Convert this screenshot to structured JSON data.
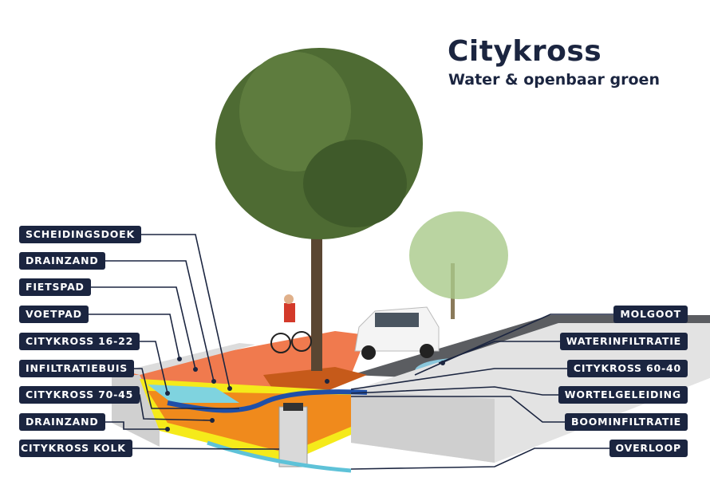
{
  "header": {
    "title": "Citykross",
    "subtitle": "Water & openbaar groen"
  },
  "labels_left": [
    "SCHEIDINGSDOEK",
    "DRAINZAND",
    "FIETSPAD",
    "VOETPAD",
    "CITYKROSS 16-22",
    "INFILTRATIEBUIS",
    "CITYKROSS 70-45",
    "DRAINZAND",
    "CITYKROSS KOLK"
  ],
  "labels_right": [
    "MOLGOOT",
    "WATERINFILTRATIE",
    "CITYKROSS 60-40",
    "WORTELGELEIDING",
    "BOOMINFILTRATIE",
    "OVERLOOP"
  ],
  "colors": {
    "label_bg": "#1b2540",
    "orange": "#f08a1c",
    "yellow": "#f5ea1a",
    "cyan": "#7fd3df",
    "concrete": "#d6d6d6",
    "tree": "#4e6b33"
  }
}
